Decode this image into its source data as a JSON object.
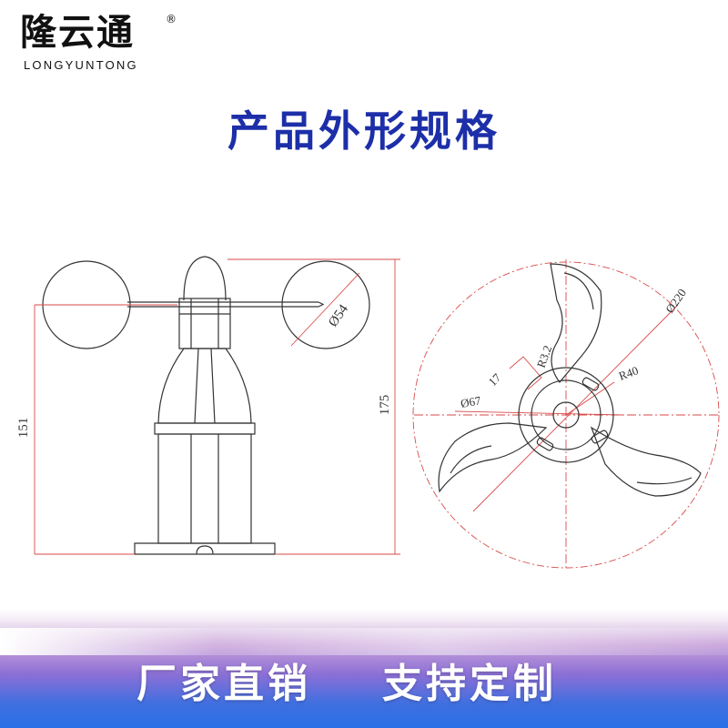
{
  "brand": {
    "name_cn": "隆云通",
    "reg_mark": "®",
    "name_en": "LONGYUNTONG"
  },
  "title": "产品外形规格",
  "side_view": {
    "dimensions": {
      "height_total": "151",
      "height_overall": "175",
      "cup_diameter": "Ø54"
    }
  },
  "top_view": {
    "dimensions": {
      "outer_diameter": "Ø220",
      "hub_diameter": "Ø67",
      "hub_radius": "R40",
      "fillet_radius": "R3.2",
      "arm_width": "17"
    }
  },
  "slogans": {
    "left": "厂家直销",
    "right": "支持定制"
  },
  "colors": {
    "title": "#1d2fa8",
    "drawing_line": "#333333",
    "dimension_line": "#d94a4a",
    "banner_top": "#c79fd8",
    "banner_bottom": "#2a6fe6"
  }
}
